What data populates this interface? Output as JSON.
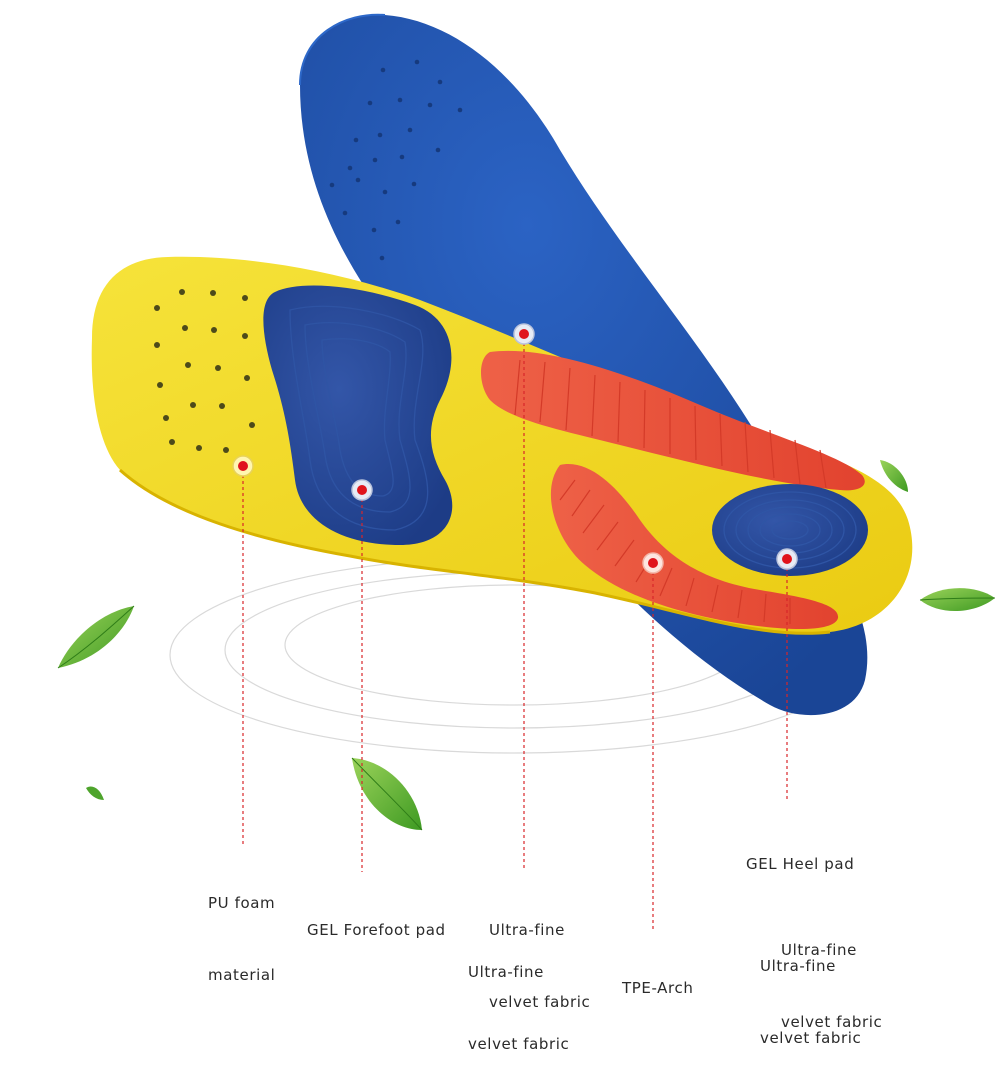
{
  "product": {
    "colors": {
      "top_layer": "#1e52a8",
      "base_layer": "#f2dc1c",
      "arch_pads": "#ea4f3a",
      "gel_pads": "#24479a",
      "leaf": "#6dbb3a",
      "callout_line": "#d8262a"
    }
  },
  "callouts": {
    "pu_foam": {
      "line1": "PU foam",
      "line2": "material"
    },
    "gel_forefoot": {
      "label": "GEL Forefoot pad"
    },
    "velvet_a": {
      "line1": "Ultra-fine",
      "line2": "velvet fabric"
    },
    "velvet_b": {
      "line1": "Ultra-fine",
      "line2": "velvet fabric"
    },
    "tpe_arch": {
      "label": "TPE-Arch"
    },
    "gel_heel": {
      "label": "GEL Heel pad"
    },
    "velvet_c": {
      "line1": "Ultra-fine",
      "line2": "velvet fabric"
    },
    "velvet_d": {
      "line1": "Ultra-fine",
      "line2": "velvet fabric"
    }
  }
}
